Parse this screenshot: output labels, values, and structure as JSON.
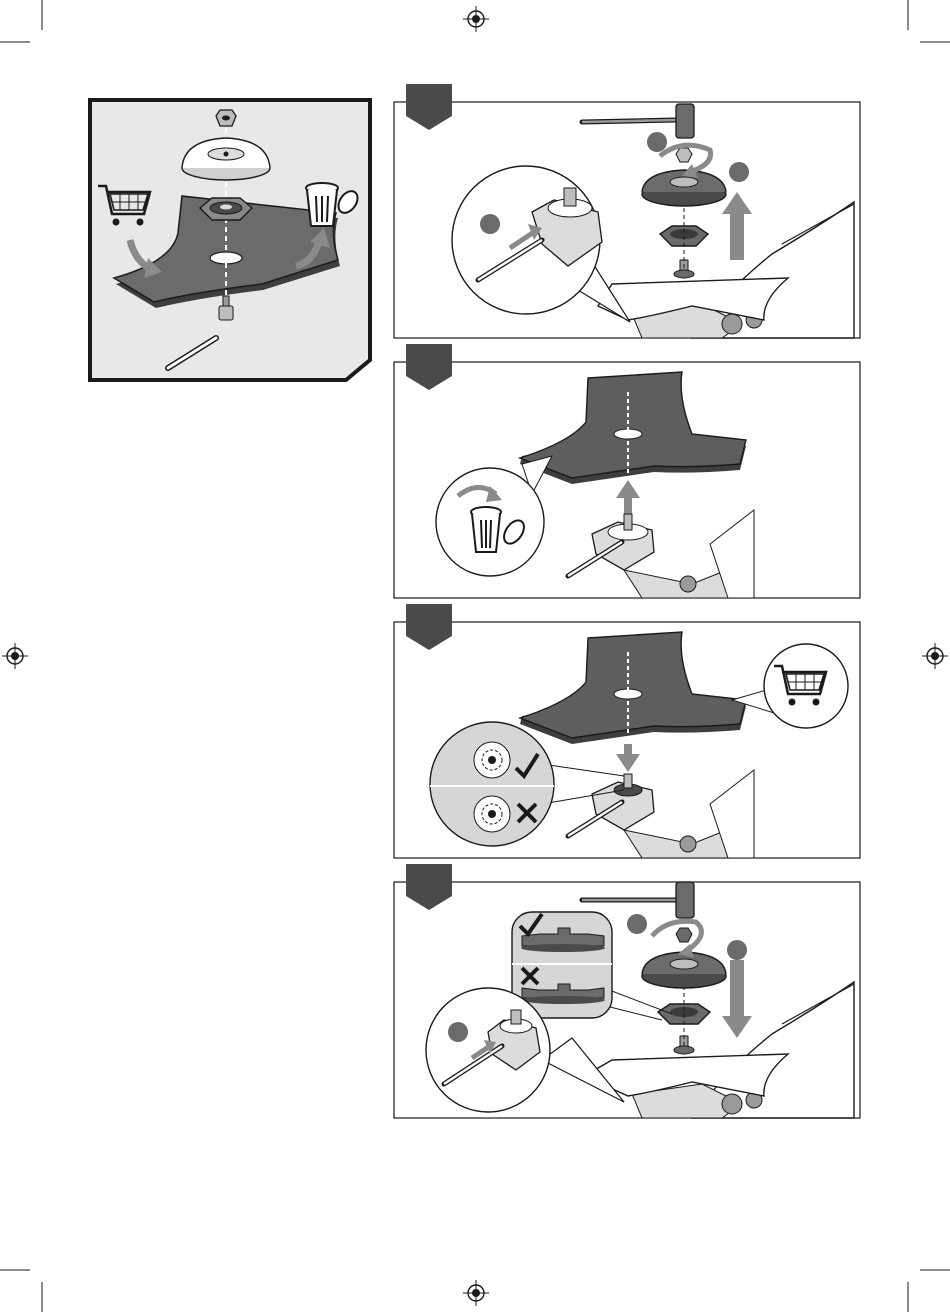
{
  "page": {
    "background": "#ffffff"
  },
  "colors": {
    "ink": "#1a1a1a",
    "blade": "#5e5e5e",
    "blade_top": "#6b6b6b",
    "panel_grey": "#e8e8e8",
    "tab": "#4a4a4a",
    "arrow": "#8a8a8a"
  },
  "print_marks": [
    "registration-mark-top",
    "registration-mark-left",
    "registration-mark-right",
    "registration-mark-bottom",
    "crop-mark-corners"
  ],
  "overview": {
    "icons": [
      "shopping-cart-icon",
      "trash-can-icon",
      "curved-arrow-icon"
    ]
  },
  "steps": [
    {
      "icons": [
        "wrench-icon",
        "lock-pin-icon",
        "up-arrow-icon",
        "rotate-arrow-icon"
      ]
    },
    {
      "icons": [
        "trash-can-icon",
        "up-arrow-icon"
      ]
    },
    {
      "icons": [
        "shopping-cart-icon",
        "check-mark-icon",
        "cross-mark-icon",
        "down-arrow-icon"
      ]
    },
    {
      "icons": [
        "wrench-icon",
        "check-mark-icon",
        "cross-mark-icon",
        "down-arrow-icon",
        "lock-pin-icon"
      ]
    }
  ]
}
